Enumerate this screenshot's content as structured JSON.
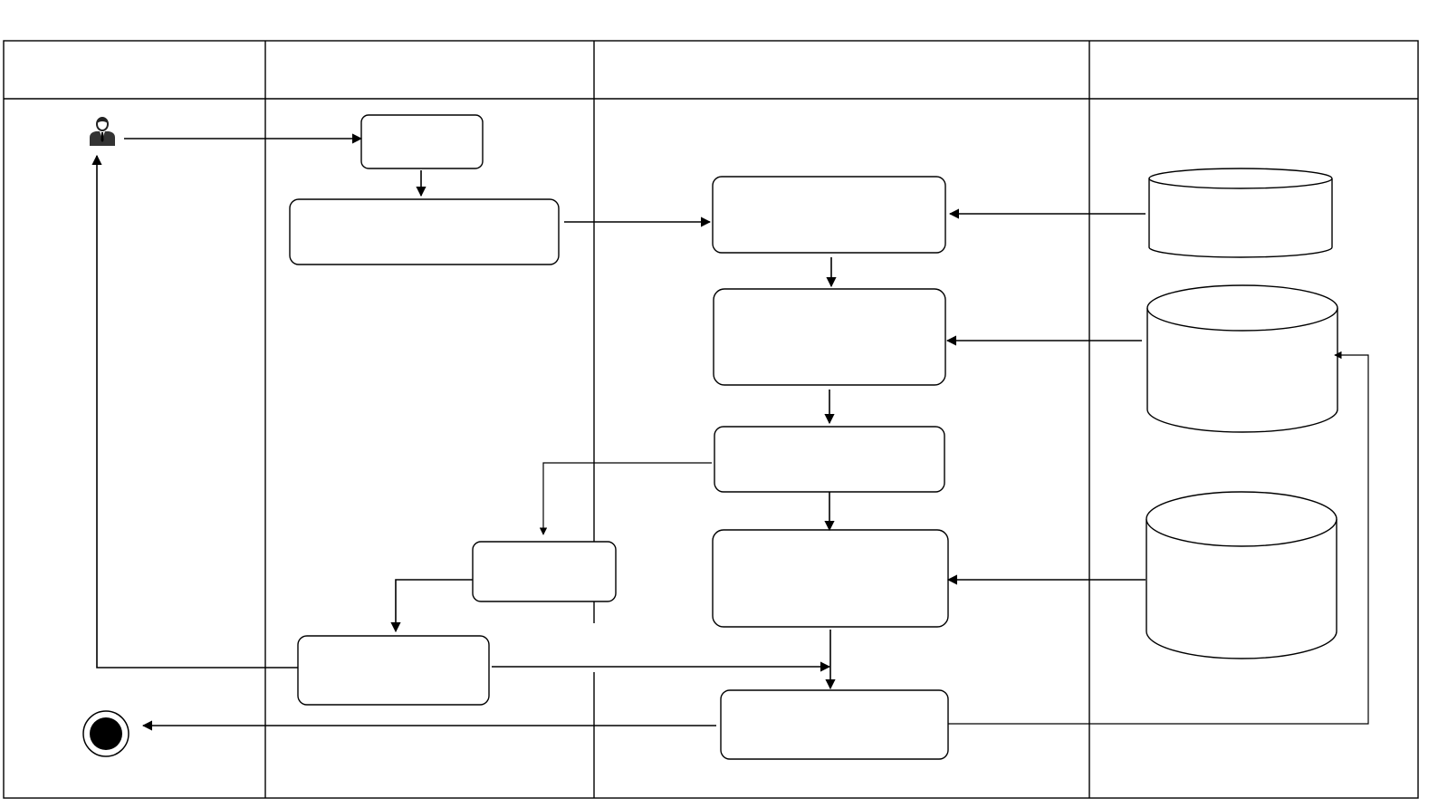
{
  "diagram": {
    "kind": "swimlane-activity-diagram",
    "stroke_color": "#000000",
    "background_color": "#ffffff",
    "start_node_icon": "user-icon",
    "end_node": "final-state",
    "lanes": [
      {
        "id": "lane-1",
        "label": ""
      },
      {
        "id": "lane-2",
        "label": ""
      },
      {
        "id": "lane-3",
        "label": ""
      },
      {
        "id": "lane-4",
        "label": ""
      }
    ],
    "nodes": [
      {
        "id": "box-a",
        "lane": "lane-2",
        "label": ""
      },
      {
        "id": "box-b",
        "lane": "lane-2",
        "label": ""
      },
      {
        "id": "box-c",
        "lane": "lane-3",
        "label": ""
      },
      {
        "id": "box-d",
        "lane": "lane-3",
        "label": ""
      },
      {
        "id": "box-e",
        "lane": "lane-3",
        "label": ""
      },
      {
        "id": "box-f",
        "lane": "lane-3",
        "label": ""
      },
      {
        "id": "box-g",
        "lane": "lane-2",
        "label": ""
      },
      {
        "id": "box-h",
        "lane": "lane-2",
        "label": ""
      },
      {
        "id": "box-i",
        "lane": "lane-3",
        "label": ""
      },
      {
        "id": "db-1",
        "lane": "lane-4",
        "label": ""
      },
      {
        "id": "db-2",
        "lane": "lane-4",
        "label": ""
      },
      {
        "id": "db-3",
        "lane": "lane-4",
        "label": ""
      }
    ]
  }
}
